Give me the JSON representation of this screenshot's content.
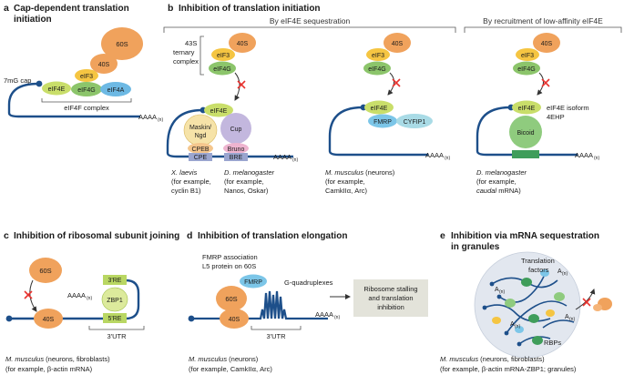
{
  "colors": {
    "mrna": "#1d4f8a",
    "ribosome": "#f0a25c",
    "eif3": "#f5c542",
    "eif4g": "#8cc56b",
    "eif4e": "#c9de6a",
    "eif4a": "#6db9e4",
    "maskin": "#f6e3a8",
    "cup": "#c3b7de",
    "cpeb": "#f4c68d",
    "bruno": "#eeb4cf",
    "site": "#9aa5cf",
    "fmrp": "#7cc6e8",
    "cyfip1": "#a9dbe6",
    "bicoid": "#8fcb7e",
    "green_site": "#3f9d5a",
    "zbp1_site": "#b9d763",
    "zbp1": "#dcea9c",
    "stall_box": "#e3e3da",
    "granule": "#e2e7ef",
    "inhibit": "#e8322e"
  },
  "panel_a": {
    "letter": "a",
    "title_1": "Cap-dependent translation",
    "title_2": "initiation",
    "ribo_large": "60S",
    "ribo_small": "40S",
    "eif3": "eIF3",
    "cap": "7mG cap",
    "eif4e": "eIF4E",
    "eif4g": "eIF4G",
    "eif4a": "eIF4A",
    "complex": "eIF4F complex",
    "polya": "AAAA",
    "n": "(n)"
  },
  "panel_b": {
    "letter": "b",
    "title": "Inhibition of translation initiation",
    "header_seq": "By eIF4E sequestration",
    "header_rec": "By recruitment of low-affinity eIF4E",
    "ternary_1": "43S",
    "ternary_2": "ternary",
    "ternary_3": "complex",
    "ribo_small": "40S",
    "eif3": "eIF3",
    "eif4g": "eIF4G",
    "eif4e": "eIF4E",
    "maskin_1": "Maskin/",
    "maskin_2": "Ngd",
    "cup": "Cup",
    "cpeb": "CPEB",
    "cpe": "CPE",
    "bruno": "Bruno",
    "bre": "BRE",
    "fmrp": "FMRP",
    "cyfip1": "CYFIP1",
    "isoform_1": "eIF4E isoform",
    "isoform_2": "4EHP",
    "bicoid": "Bicoid",
    "polya": "AAAA",
    "n": "(n)",
    "cap1_line1": "X. laevis",
    "cap1_line2": "(for example,",
    "cap1_line3": "cyclin B1)",
    "cap2_line1": "D. melanogaster",
    "cap2_line2": "(for example,",
    "cap2_line3": "Nanos, Oskar)",
    "cap3_line1": "M. musculus (neurons)",
    "cap3_line2": "(for example,",
    "cap3_line3": "CamkIIα, Arc)",
    "cap4_line1": "D. melanogaster",
    "cap4_line2": "(for example,",
    "cap4_line3": "caudal mRNA)"
  },
  "panel_c": {
    "letter": "c",
    "title": "Inhibition of ribosomal subunit joining",
    "ribo_large": "60S",
    "ribo_small": "40S",
    "polya": "AAAA",
    "n": "(n)",
    "re3": "3'RE",
    "zbp1": "ZBP1",
    "re5": "5'RE",
    "utr": "3'UTR",
    "cap_line1": "M. musculus (neurons, fibroblasts)",
    "cap_line2": "(for example, β-actin mRNA)"
  },
  "panel_d": {
    "letter": "d",
    "title": "Inhibition of translation elongation",
    "assoc_1": "FMRP association",
    "assoc_2": "L5 protein on 60S",
    "fmrp": "FMRP",
    "quad": "G-quadruplexes",
    "ribo_large": "60S",
    "ribo_small": "40S",
    "utr": "3'UTR",
    "polya": "AAAA",
    "n": "(n)",
    "stall_1": "Ribosome stalling",
    "stall_2": "and translation",
    "stall_3": "inhibition",
    "cap_line1": "M. musculus (neurons)",
    "cap_line2": "(for example,  CamkIIα, Arc)"
  },
  "panel_e": {
    "letter": "e",
    "title_1": "Inhibition via mRNA sequestration",
    "title_2": "in granules",
    "factors_1": "Translation",
    "factors_2": "factors",
    "rbps": "RBPs",
    "a": "A",
    "n": "(n)",
    "cap_line1": "M. musculus (neurons, fibroblasts)",
    "cap_line2": "(for example, β-actin mRNA-ZBP1; granules)"
  }
}
